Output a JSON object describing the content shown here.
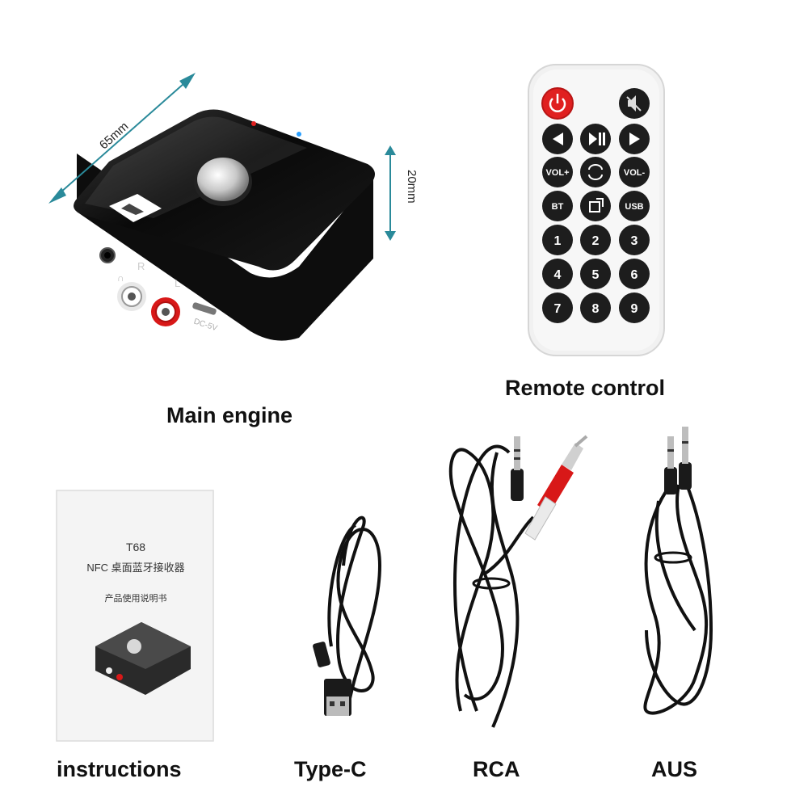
{
  "main_engine": {
    "caption": "Main engine",
    "dimension_width": "65mm",
    "dimension_height": "20mm",
    "jack_labels": [
      "R",
      "L"
    ],
    "port_label": "DC-5V"
  },
  "remote": {
    "caption": "Remote control",
    "rows": [
      [
        "power",
        "mute"
      ],
      [
        "prev",
        "play-pause",
        "next"
      ],
      [
        "VOL+",
        "mode",
        "VOL-"
      ],
      [
        "BT",
        "source",
        "USB"
      ],
      [
        "1",
        "2",
        "3"
      ],
      [
        "4",
        "5",
        "6"
      ],
      [
        "7",
        "8",
        "9"
      ]
    ],
    "labels": {
      "vol_up": "VOL+",
      "vol_down": "VOL-",
      "bt": "BT",
      "usb": "USB",
      "n1": "1",
      "n2": "2",
      "n3": "3",
      "n4": "4",
      "n5": "5",
      "n6": "6",
      "n7": "7",
      "n8": "8",
      "n9": "9"
    }
  },
  "booklet": {
    "caption": "instructions",
    "model": "T68",
    "title": "NFC 桌面蓝牙接收器",
    "subtitle": "产品使用说明书"
  },
  "cables": [
    {
      "caption": "Type-C"
    },
    {
      "caption": "RCA"
    },
    {
      "caption": "AUS"
    }
  ],
  "colors": {
    "accent_red": "#e02020",
    "device_black": "#111111",
    "dimension_teal": "#2a8a9a"
  }
}
